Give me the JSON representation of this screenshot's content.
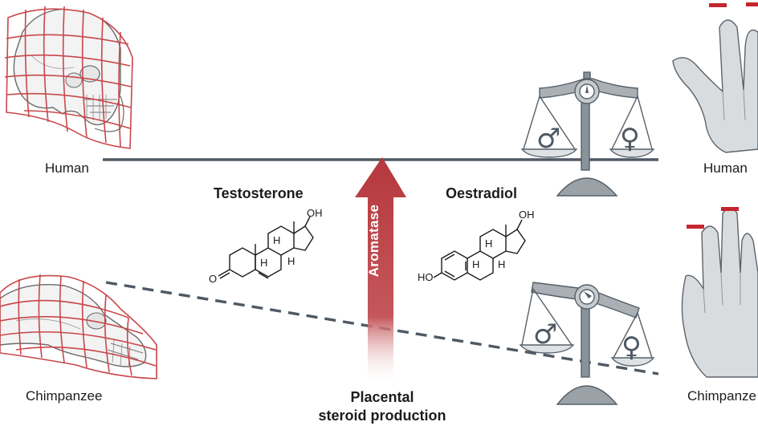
{
  "labels": {
    "human_left": "Human",
    "human_right": "Human",
    "chimp_left": "Chimpanzee",
    "chimp_right": "Chimpanze",
    "testosterone": "Testosterone",
    "oestradiol": "Oestradiol",
    "aromatase": "Aromatase",
    "placental_line1": "Placental",
    "placental_line2": "steroid production"
  },
  "chem": {
    "oh": "OH",
    "h": "H",
    "o": "O",
    "ho": "HO"
  },
  "symbols": {
    "male": "♂",
    "female": "♀"
  },
  "colors": {
    "grid_red": "#c9474b",
    "arrow_red": "#b5383d",
    "balance_line": "#4f5963",
    "scale_gray": "#8b939a",
    "hand_fill": "#d9dcdf",
    "marker_red": "#c4262e"
  }
}
